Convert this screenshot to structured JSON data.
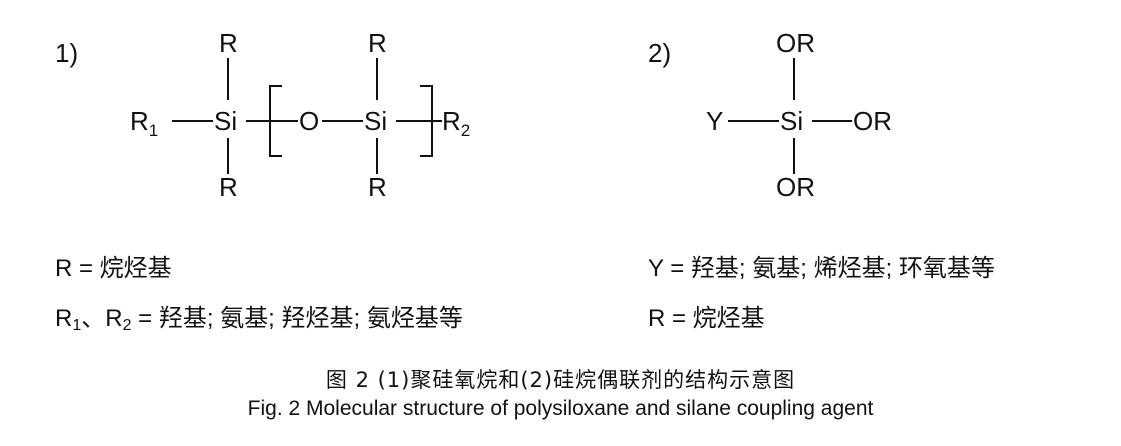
{
  "diagram": {
    "panel1": {
      "label": "1)",
      "atoms": {
        "r1_main": "R",
        "r1_sub": "1",
        "si1": "Si",
        "r_top1": "R",
        "r_bot1": "R",
        "o": "O",
        "si2": "Si",
        "r_top2": "R",
        "r_bot2": "R",
        "r2_main": "R",
        "r2_sub": "2"
      }
    },
    "panel2": {
      "label": "2)",
      "atoms": {
        "y": "Y",
        "si": "Si",
        "or_top": "OR",
        "or_right": "OR",
        "or_bottom": "OR"
      }
    }
  },
  "legend": {
    "left_line1": "R = 烷烃基",
    "left_line2_r1": "R",
    "left_line2_sub1": "1",
    "left_line2_sep": "、R",
    "left_line2_sub2": "2",
    "left_line2_rest": " = 羟基; 氨基; 羟烃基; 氨烃基等",
    "right_line1": "Y = 羟基; 氨基; 烯烃基; 环氧基等",
    "right_line2": "R = 烷烃基"
  },
  "caption": {
    "chinese": "图 2 (1)聚硅氧烷和(2)硅烷偶联剂的结构示意图",
    "english": "Fig. 2 Molecular structure of polysiloxane and silane coupling agent"
  }
}
